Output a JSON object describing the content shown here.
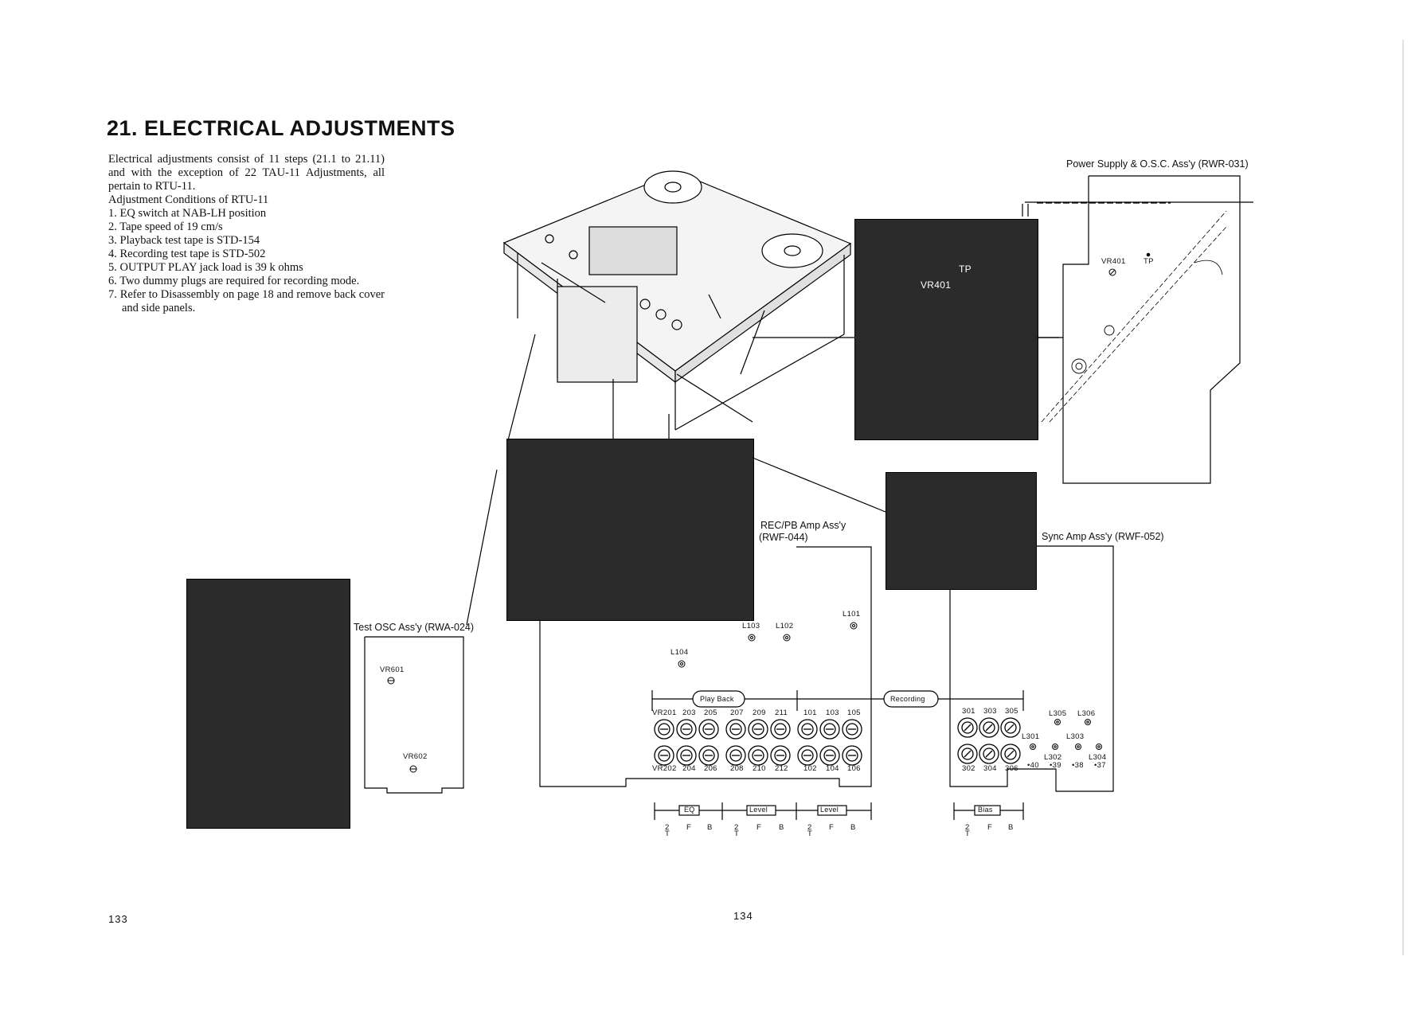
{
  "heading": "21. ELECTRICAL ADJUSTMENTS",
  "intro": {
    "paragraph": "Electrical adjustments consist of 11 steps (21.1 to 21.11) and with the exception of 22 TAU-11 Adjustments, all pertain to RTU-11.",
    "conditions_title": "Adjustment Conditions of RTU-11",
    "conditions": [
      "1. EQ switch at NAB-LH position",
      "2. Tape speed of 19 cm/s",
      "3. Playback test tape is STD-154",
      "4. Recording test tape is STD-502",
      "5. OUTPUT PLAY jack load is 39 k ohms",
      "6. Two dummy plugs are required for recording mode.",
      "7. Refer to Disassembly on page 18 and remove back cover and side panels."
    ]
  },
  "assemblies": {
    "power_supply": "Power Supply & O.S.C. Ass'y (RWR-031)",
    "rec_pb_line1": "REC/PB Amp Ass'y",
    "rec_pb_line2": "(RWF-044)",
    "sync_amp": "Sync Amp Ass'y (RWF-052)",
    "test_osc": "Test OSC Ass'y (RWA-024)"
  },
  "power_supply_board": {
    "vr": "VR401",
    "tp": "TP",
    "photo_vr": "VR401",
    "photo_tp": "TP"
  },
  "test_osc_board": {
    "vr601": "VR601",
    "vr602": "VR602"
  },
  "rec_pb_board": {
    "coils": [
      "L103",
      "L102",
      "L101",
      "L104"
    ],
    "playback": "Play Back",
    "recording": "Recording",
    "top_labels": [
      "VR201",
      "203",
      "205",
      "207",
      "209",
      "211",
      "101",
      "103",
      "105"
    ],
    "bottom_labels": [
      "VR202",
      "204",
      "206",
      "208",
      "210",
      "212",
      "102",
      "104",
      "106"
    ]
  },
  "sync_board": {
    "top_labels": [
      "301",
      "303",
      "305"
    ],
    "bottom_labels": [
      "302",
      "304",
      "306"
    ],
    "coils": [
      "L305",
      "L306",
      "L301",
      "L303",
      "L302",
      "L304"
    ],
    "test_points": [
      "•40",
      "•39",
      "•38",
      "•37"
    ]
  },
  "legend": {
    "eq": "EQ",
    "level1": "Level",
    "level2": "Level",
    "bias": "Bias",
    "t2": "2",
    "tt": "T",
    "f": "F",
    "b": "B"
  },
  "page_left": "133",
  "page_right": "134"
}
